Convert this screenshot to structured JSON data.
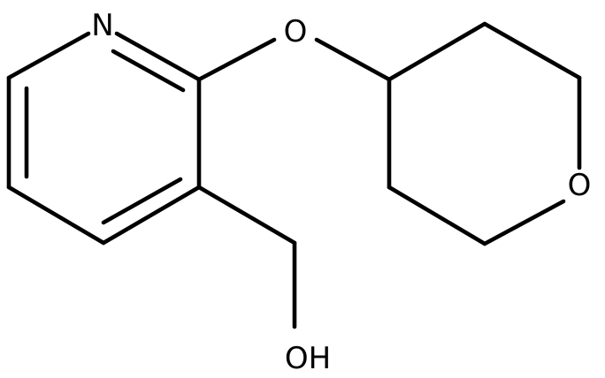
{
  "structure": {
    "atoms": [
      {
        "id": "n1",
        "label": "N"
      },
      {
        "id": "o_ether",
        "label": "O"
      },
      {
        "id": "o_ring",
        "label": "O"
      },
      {
        "id": "oh",
        "label": "OH"
      }
    ]
  }
}
